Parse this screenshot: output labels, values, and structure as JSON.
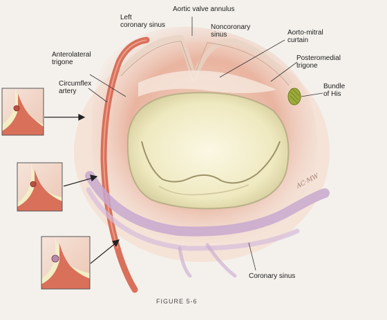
{
  "labels": {
    "left_coronary_sinus": "Left\ncoronary sinus",
    "aortic_valve_annulus": "Aortic valve annulus",
    "noncoronary_sinus": "Noncoronary\nsinus",
    "aorto_mitral_curtain": "Aorto-mitral\ncurtain",
    "anterolateral_trigone": "Anterolateral\ntrigone",
    "posteromedial_trigone": "Posteromedial\ntrigone",
    "circumflex_artery": "Circumflex\nartery",
    "bundle_of_his": "Bundle\nof His",
    "coronary_sinus": "Coronary sinus"
  },
  "caption": "FIGURE 5-6",
  "signature": "AC·MW",
  "colors": {
    "background": "#f4f1ec",
    "tissue": "#e9b4a0",
    "tissue_dark": "#d98d78",
    "valve": "#f1ecc6",
    "artery": "#d9705a",
    "coronary_sinus_vein": "#c8a8cf",
    "bundle": "#9bab38"
  }
}
